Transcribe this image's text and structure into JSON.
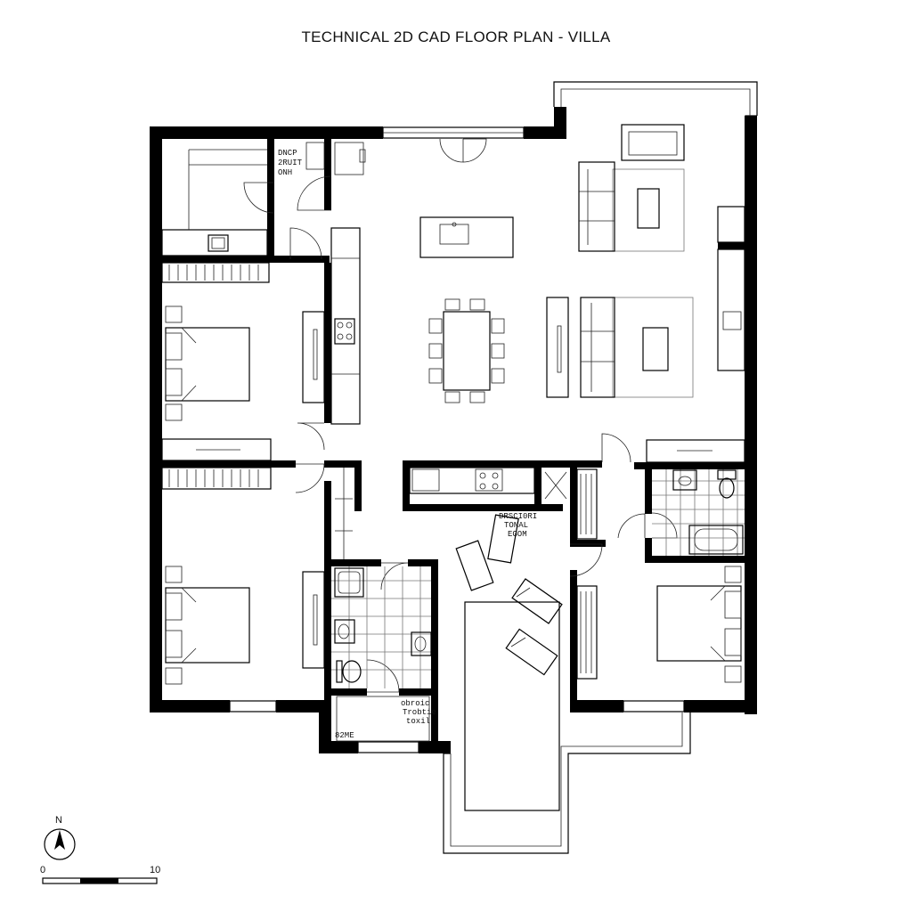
{
  "title": "TECHNICAL 2D CAD FLOOR PLAN - VILLA",
  "labels": {
    "utility_1": "DNCP",
    "utility_2": "2RUIT",
    "utility_3": "ONH",
    "storage_1": "DRSCI0RI",
    "storage_2": "TONAL",
    "storage_3": "EGOM",
    "wc_1": "obroic",
    "wc_2": "Trobtie",
    "wc_3": "toxil",
    "wc_4": "82ME"
  },
  "compass": {
    "north_label": "N"
  },
  "scale_bar": {
    "start_label": "0",
    "end_label": "10"
  }
}
